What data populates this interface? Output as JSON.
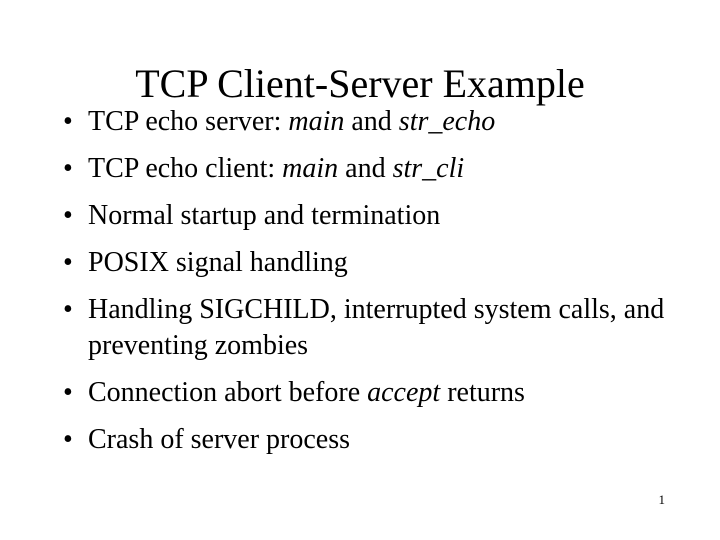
{
  "slide": {
    "title": "TCP Client-Server Example",
    "page_number": "1",
    "background_color": "#ffffff",
    "text_color": "#000000",
    "bullet_glyph": "•",
    "bullets": [
      {
        "id": "tcp-echo-server",
        "runs": [
          {
            "text": "TCP echo server: ",
            "style": "normal"
          },
          {
            "text": "main",
            "style": "italic"
          },
          {
            "text": " and ",
            "style": "normal"
          },
          {
            "text": "str_echo",
            "style": "italic"
          }
        ],
        "plain": "TCP echo server: main and str_echo"
      },
      {
        "id": "tcp-echo-client",
        "runs": [
          {
            "text": "TCP echo client: ",
            "style": "normal"
          },
          {
            "text": "main",
            "style": "italic"
          },
          {
            "text": " and ",
            "style": "normal"
          },
          {
            "text": "str_cli",
            "style": "italic"
          }
        ],
        "plain": "TCP echo client: main and str_cli"
      },
      {
        "id": "normal-startup-termination",
        "runs": [
          {
            "text": "Normal startup and termination",
            "style": "normal"
          }
        ],
        "plain": "Normal startup and termination"
      },
      {
        "id": "posix-signal-handling",
        "runs": [
          {
            "text": "POSIX signal handling",
            "style": "normal"
          }
        ],
        "plain": "POSIX signal handling"
      },
      {
        "id": "handling-sigchild",
        "runs": [
          {
            "text": "Handling SIGCHILD, interrupted system calls, and preventing zombies",
            "style": "normal"
          }
        ],
        "plain": "Handling SIGCHILD, interrupted system calls, and preventing zombies",
        "wraps": true
      },
      {
        "id": "connection-abort",
        "runs": [
          {
            "text": "Connection abort before ",
            "style": "normal"
          },
          {
            "text": "accept",
            "style": "italic"
          },
          {
            "text": " returns",
            "style": "normal"
          }
        ],
        "plain": "Connection abort before accept returns"
      },
      {
        "id": "crash-of-server-process",
        "runs": [
          {
            "text": "Crash of server process",
            "style": "normal"
          }
        ],
        "plain": "Crash of server process"
      }
    ]
  }
}
